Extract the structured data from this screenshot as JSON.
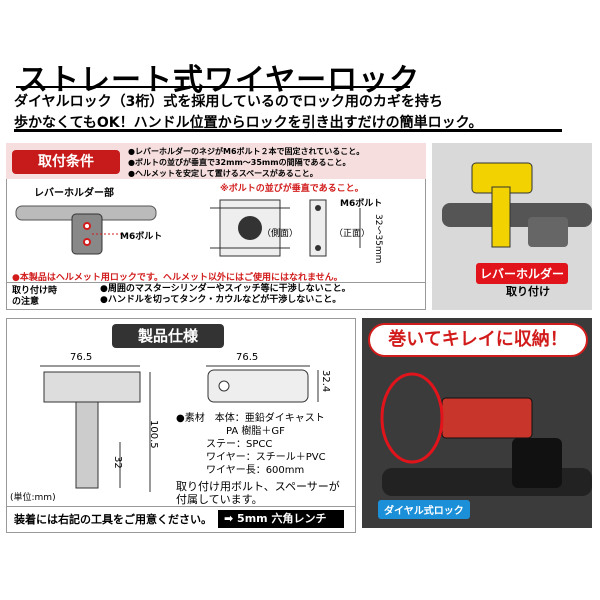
{
  "title": "ストレート式ワイヤーロック",
  "subtitle_line1": "ダイヤルロック（3桁）式を採用しているのでロック用のカギを持ち",
  "subtitle_line2": "歩かなくてもOK！ハンドル位置からロックを引き出すだけの簡単ロック。",
  "conditions": {
    "heading": "取付条件",
    "items": [
      "●レバーホルダーのネジがM6ボルト２本で固定されていること。",
      "●ボルトの並びが垂直で32mm～35mmの間隔であること。",
      "●ヘルメットを安定して置けるスペースがあること。"
    ],
    "vertical_note": "※ボルトの並びが垂直であること。",
    "lever_holder_label": "レバーホルダー部",
    "m6_bolt_label": "M6ボルト",
    "m6_bolt_label2": "M6ボルト",
    "side_label": "（側面）",
    "front_label": "（正面）",
    "spacing_label": "32～35mm",
    "helmet_warning": "●本製品はヘルメット用ロックです。ヘルメット以外にはご使用にはなれません。",
    "attach_note_label": "取り付け時\nの注意",
    "attach_notes": [
      "●周囲のマスターシリンダーやスイッチ等に干渉しないこと。",
      "●ハンドルを切ってタンク・カウルなどが干渉しないこと。"
    ]
  },
  "lever_photo": {
    "label": "レバーホルダー",
    "sub": "取り付け"
  },
  "specs": {
    "heading": "製品仕様",
    "dim_width": "76.5",
    "dim_width2": "76.5",
    "dim_height": "100.5",
    "dim_32": "32",
    "dim_32_4": "32.4",
    "material_lines": [
      "●素材　本体：亜鉛ダイキャスト",
      "　　　　　PA 樹脂＋GF",
      "　　　ステー：SPCC",
      "　　　ワイヤー：スチール＋PVC",
      "　　　ワイヤー長：600mm"
    ],
    "accessory_lines": [
      "取り付け用ボルト、スペーサーが",
      "付属しています。"
    ],
    "unit": "(単位:mm)",
    "tool_text": "装着には右記の工具をご用意ください。",
    "tool_arrow": "➡ 5mm 六角レンチ"
  },
  "storage_photo": {
    "headline": "巻いてキレイに収納！",
    "badge": "ダイヤル式ロック"
  }
}
